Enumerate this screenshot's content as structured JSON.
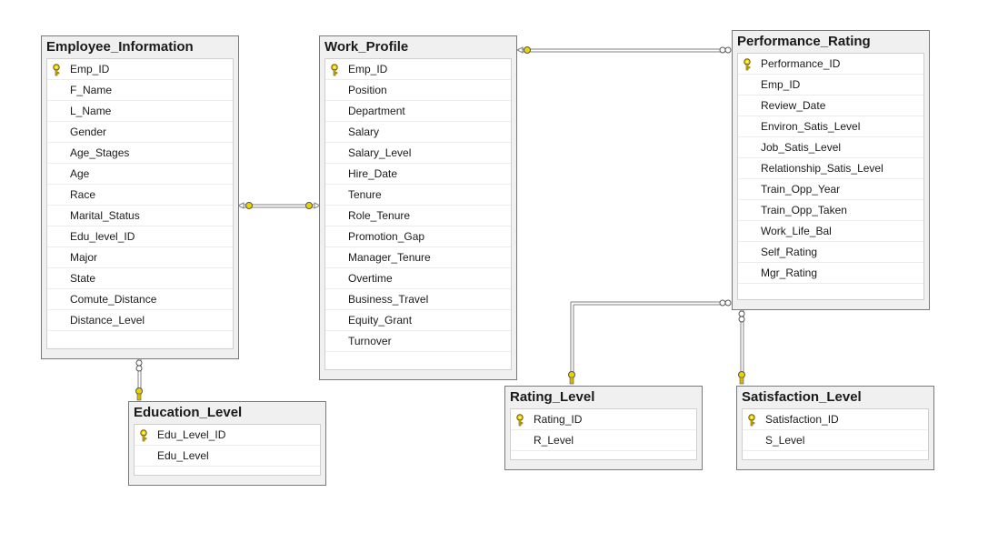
{
  "tables": {
    "employee_information": {
      "name": "Employee_Information",
      "columns": [
        "Emp_ID",
        "F_Name",
        "L_Name",
        "Gender",
        "Age_Stages",
        "Age",
        "Race",
        "Marital_Status",
        "Edu_level_ID",
        "Major",
        "State",
        "Comute_Distance",
        "Distance_Level"
      ],
      "key_columns": [
        0
      ]
    },
    "work_profile": {
      "name": "Work_Profile",
      "columns": [
        "Emp_ID",
        "Position",
        "Department",
        "Salary",
        "Salary_Level",
        "Hire_Date",
        "Tenure",
        "Role_Tenure",
        "Promotion_Gap",
        "Manager_Tenure",
        "Overtime",
        "Business_Travel",
        "Equity_Grant",
        "Turnover"
      ],
      "key_columns": [
        0
      ]
    },
    "performance_rating": {
      "name": "Performance_Rating",
      "columns": [
        "Performance_ID",
        "Emp_ID",
        "Review_Date",
        "Environ_Satis_Level",
        "Job_Satis_Level",
        "Relationship_Satis_Level",
        "Train_Opp_Year",
        "Train_Opp_Taken",
        "Work_Life_Bal",
        "Self_Rating",
        "Mgr_Rating"
      ],
      "key_columns": [
        0
      ]
    },
    "education_level": {
      "name": "Education_Level",
      "columns": [
        "Edu_Level_ID",
        "Edu_Level"
      ],
      "key_columns": [
        0
      ]
    },
    "rating_level": {
      "name": "Rating_Level",
      "columns": [
        "Rating_ID",
        "R_Level"
      ],
      "key_columns": [
        0
      ]
    },
    "satisfaction_level": {
      "name": "Satisfaction_Level",
      "columns": [
        "Satisfaction_ID",
        "S_Level"
      ],
      "key_columns": [
        0
      ]
    }
  },
  "relationships": [
    {
      "from": "employee_information",
      "to": "work_profile",
      "type": "one-to-one"
    },
    {
      "from": "work_profile",
      "to": "performance_rating",
      "type": "one-to-many"
    },
    {
      "from": "education_level",
      "to": "employee_information",
      "type": "one-to-many"
    },
    {
      "from": "rating_level",
      "to": "performance_rating",
      "type": "one-to-many"
    },
    {
      "from": "satisfaction_level",
      "to": "performance_rating",
      "type": "one-to-many"
    }
  ],
  "colors": {
    "table_header": "#f0f0f0",
    "border": "#7a7a7a",
    "key_icon": "#e8c800",
    "line": "#808080"
  }
}
